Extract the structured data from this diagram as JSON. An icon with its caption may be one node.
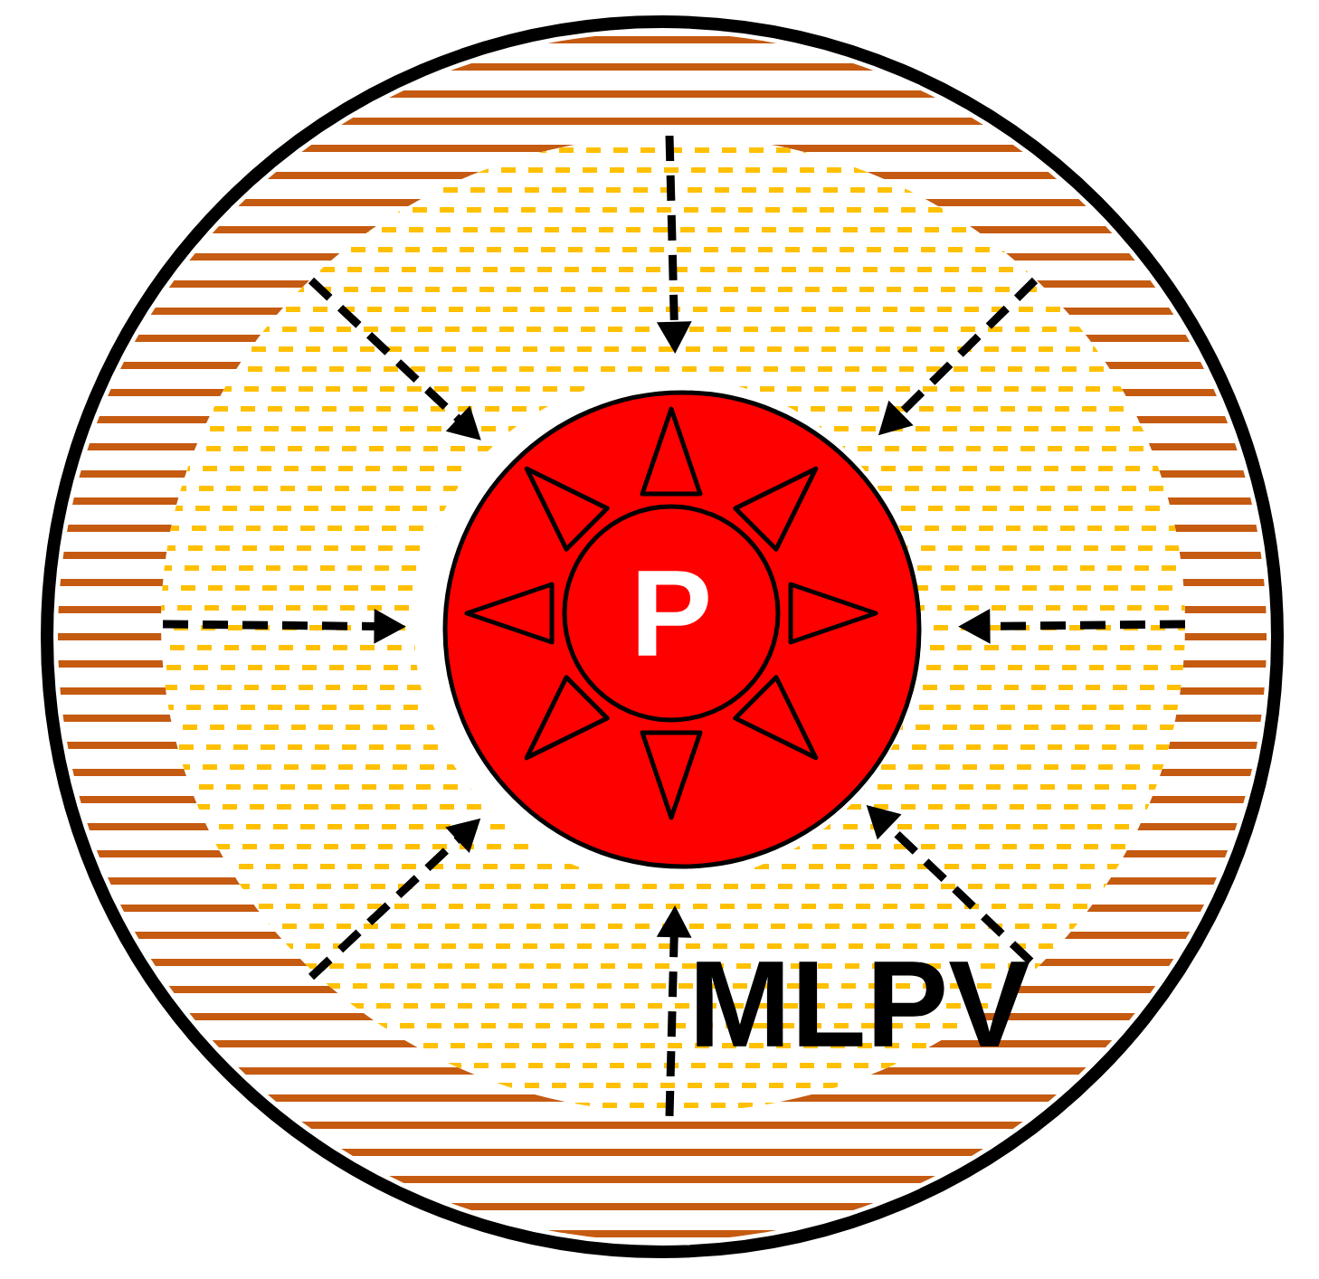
{
  "diagram": {
    "nodes": [
      {
        "text": [],
        "shape": "circle"
      },
      {
        "text": [],
        "shape": "circle",
        "in": 0
      },
      {
        "text": [],
        "shape": "circle",
        "in": 1
      },
      {
        "text": [
          "P"
        ],
        "in": 2
      },
      {
        "text": [
          "MLPV"
        ],
        "in": 1
      }
    ],
    "edges": [
      {
        "from": null,
        "to": 2,
        "arrow": "to",
        "style": "dashed"
      },
      {
        "from": null,
        "to": 2,
        "arrow": "to",
        "style": "dashed"
      },
      {
        "from": null,
        "to": 2,
        "arrow": "to",
        "style": "dashed"
      },
      {
        "from": null,
        "to": 2,
        "arrow": "to",
        "style": "dashed"
      },
      {
        "from": null,
        "to": 2,
        "arrow": "to",
        "style": "dashed"
      },
      {
        "from": null,
        "to": 2,
        "arrow": "to",
        "style": "dashed"
      },
      {
        "from": null,
        "to": 2,
        "arrow": "to",
        "style": "dashed"
      },
      {
        "from": 4,
        "to": 2,
        "arrow": "to",
        "style": "dashed"
      }
    ]
  }
}
